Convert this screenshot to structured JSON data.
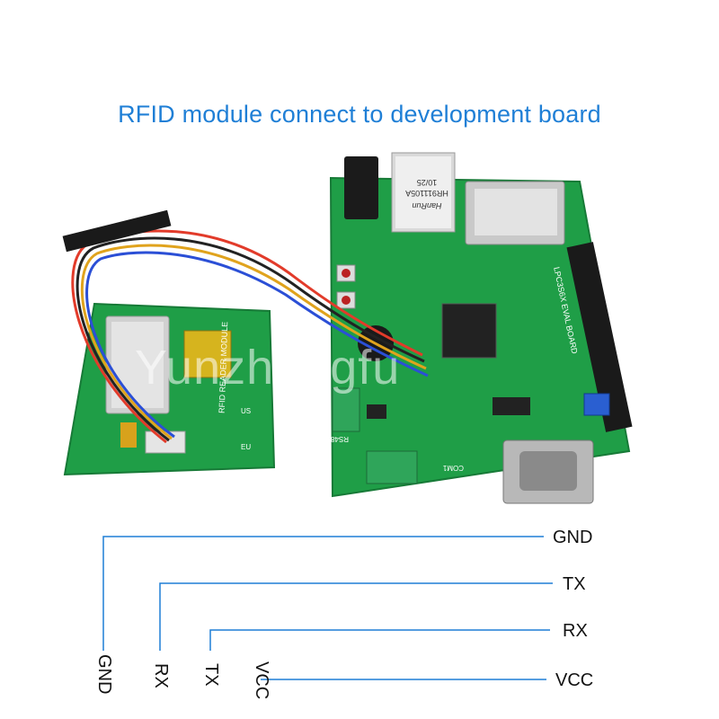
{
  "title": "RFID module connect to development board",
  "watermark": "Yunzhongfu",
  "board_text": {
    "jack_model": "HR911105A",
    "jack_rev": "10/25",
    "jack_brand": "HanRun",
    "module_label_line1": "RFID READER MODULE",
    "module_label_line2": "EU",
    "module_label_line3": "US",
    "board_name": "LPC3S6X EVAL BOARD",
    "rs485": "RS485",
    "com": "COM1"
  },
  "wiring": {
    "right_labels": [
      "GND",
      "TX",
      "RX",
      "VCC"
    ],
    "bottom_labels": [
      "GND",
      "RX",
      "TX",
      "VCC"
    ],
    "line_color": "#1f7fd6"
  },
  "colors": {
    "pcb_green": "#1fa34a",
    "title_blue": "#1f7fd6"
  }
}
